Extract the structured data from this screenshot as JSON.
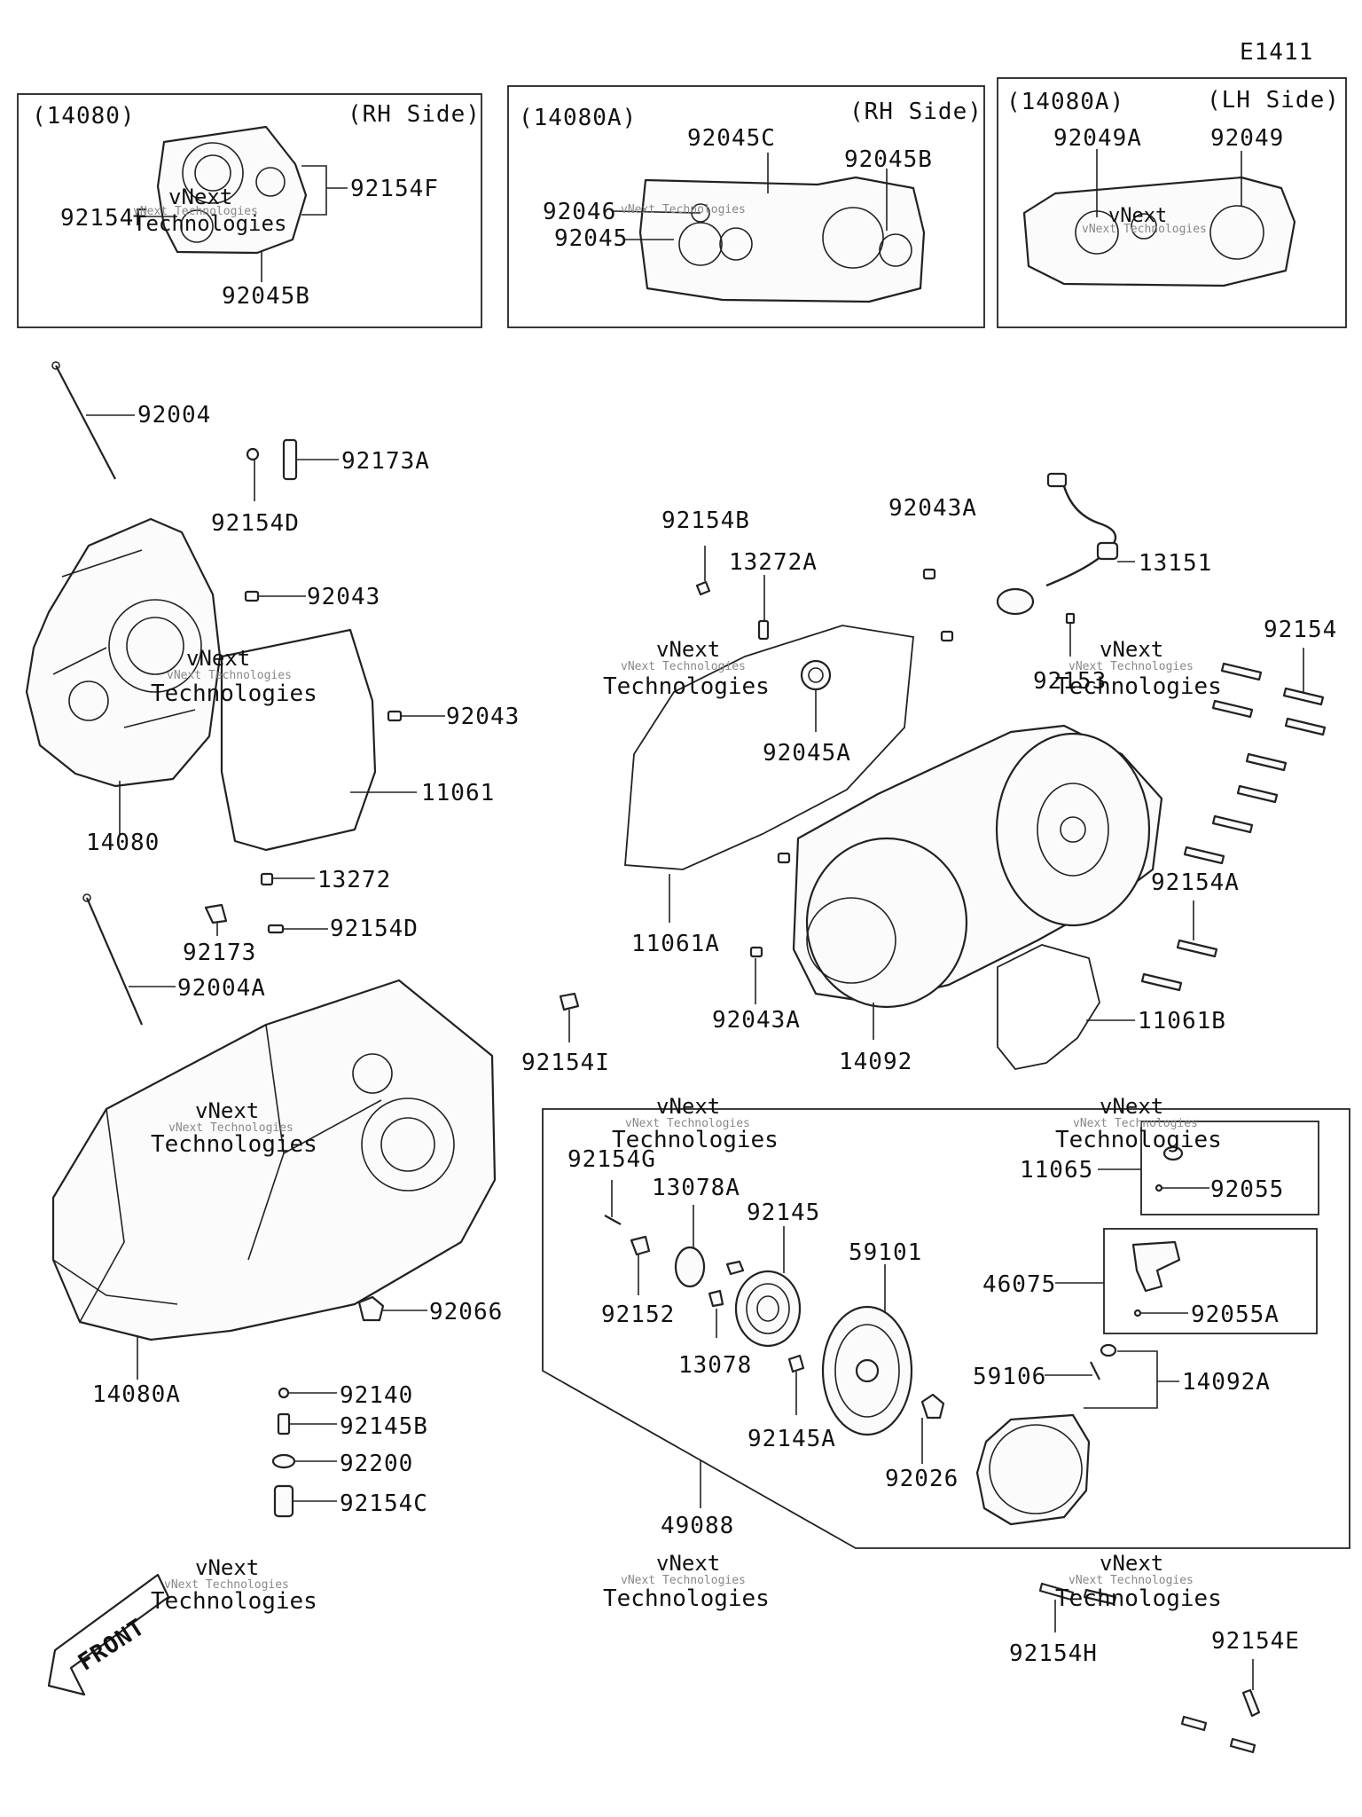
{
  "diagram_id": "E1411",
  "insets": [
    {
      "ref": "(14080)",
      "side": "(RH Side)",
      "labels": [
        "92154F",
        "92154F",
        "92045B"
      ]
    },
    {
      "ref": "(14080A)",
      "side": "(RH Side)",
      "labels": [
        "92045C",
        "92045B",
        "92046",
        "92045"
      ]
    },
    {
      "ref": "(14080A)",
      "side": "(LH Side)",
      "labels": [
        "92049A",
        "92049"
      ]
    }
  ],
  "parts": [
    "92004",
    "92173A",
    "92154D",
    "92043",
    "92043",
    "11061",
    "14080",
    "13272",
    "92154D",
    "92173",
    "92004A",
    "14080A",
    "92066",
    "92140",
    "92145B",
    "92200",
    "92154C",
    "92154B",
    "13272A",
    "92043A",
    "13151",
    "92154",
    "92153",
    "92045A",
    "11061A",
    "92154A",
    "92043A",
    "14092",
    "11061B",
    "92154I",
    "92154G",
    "13078A",
    "92145",
    "59101",
    "92152",
    "13078",
    "92145A",
    "92026",
    "11065",
    "92055",
    "46075",
    "92055A",
    "59106",
    "14092A",
    "49088",
    "92154H",
    "92154E"
  ],
  "front_label": "FRONT",
  "watermark": [
    "vNext",
    "Technologies",
    "vNext Technologies"
  ]
}
